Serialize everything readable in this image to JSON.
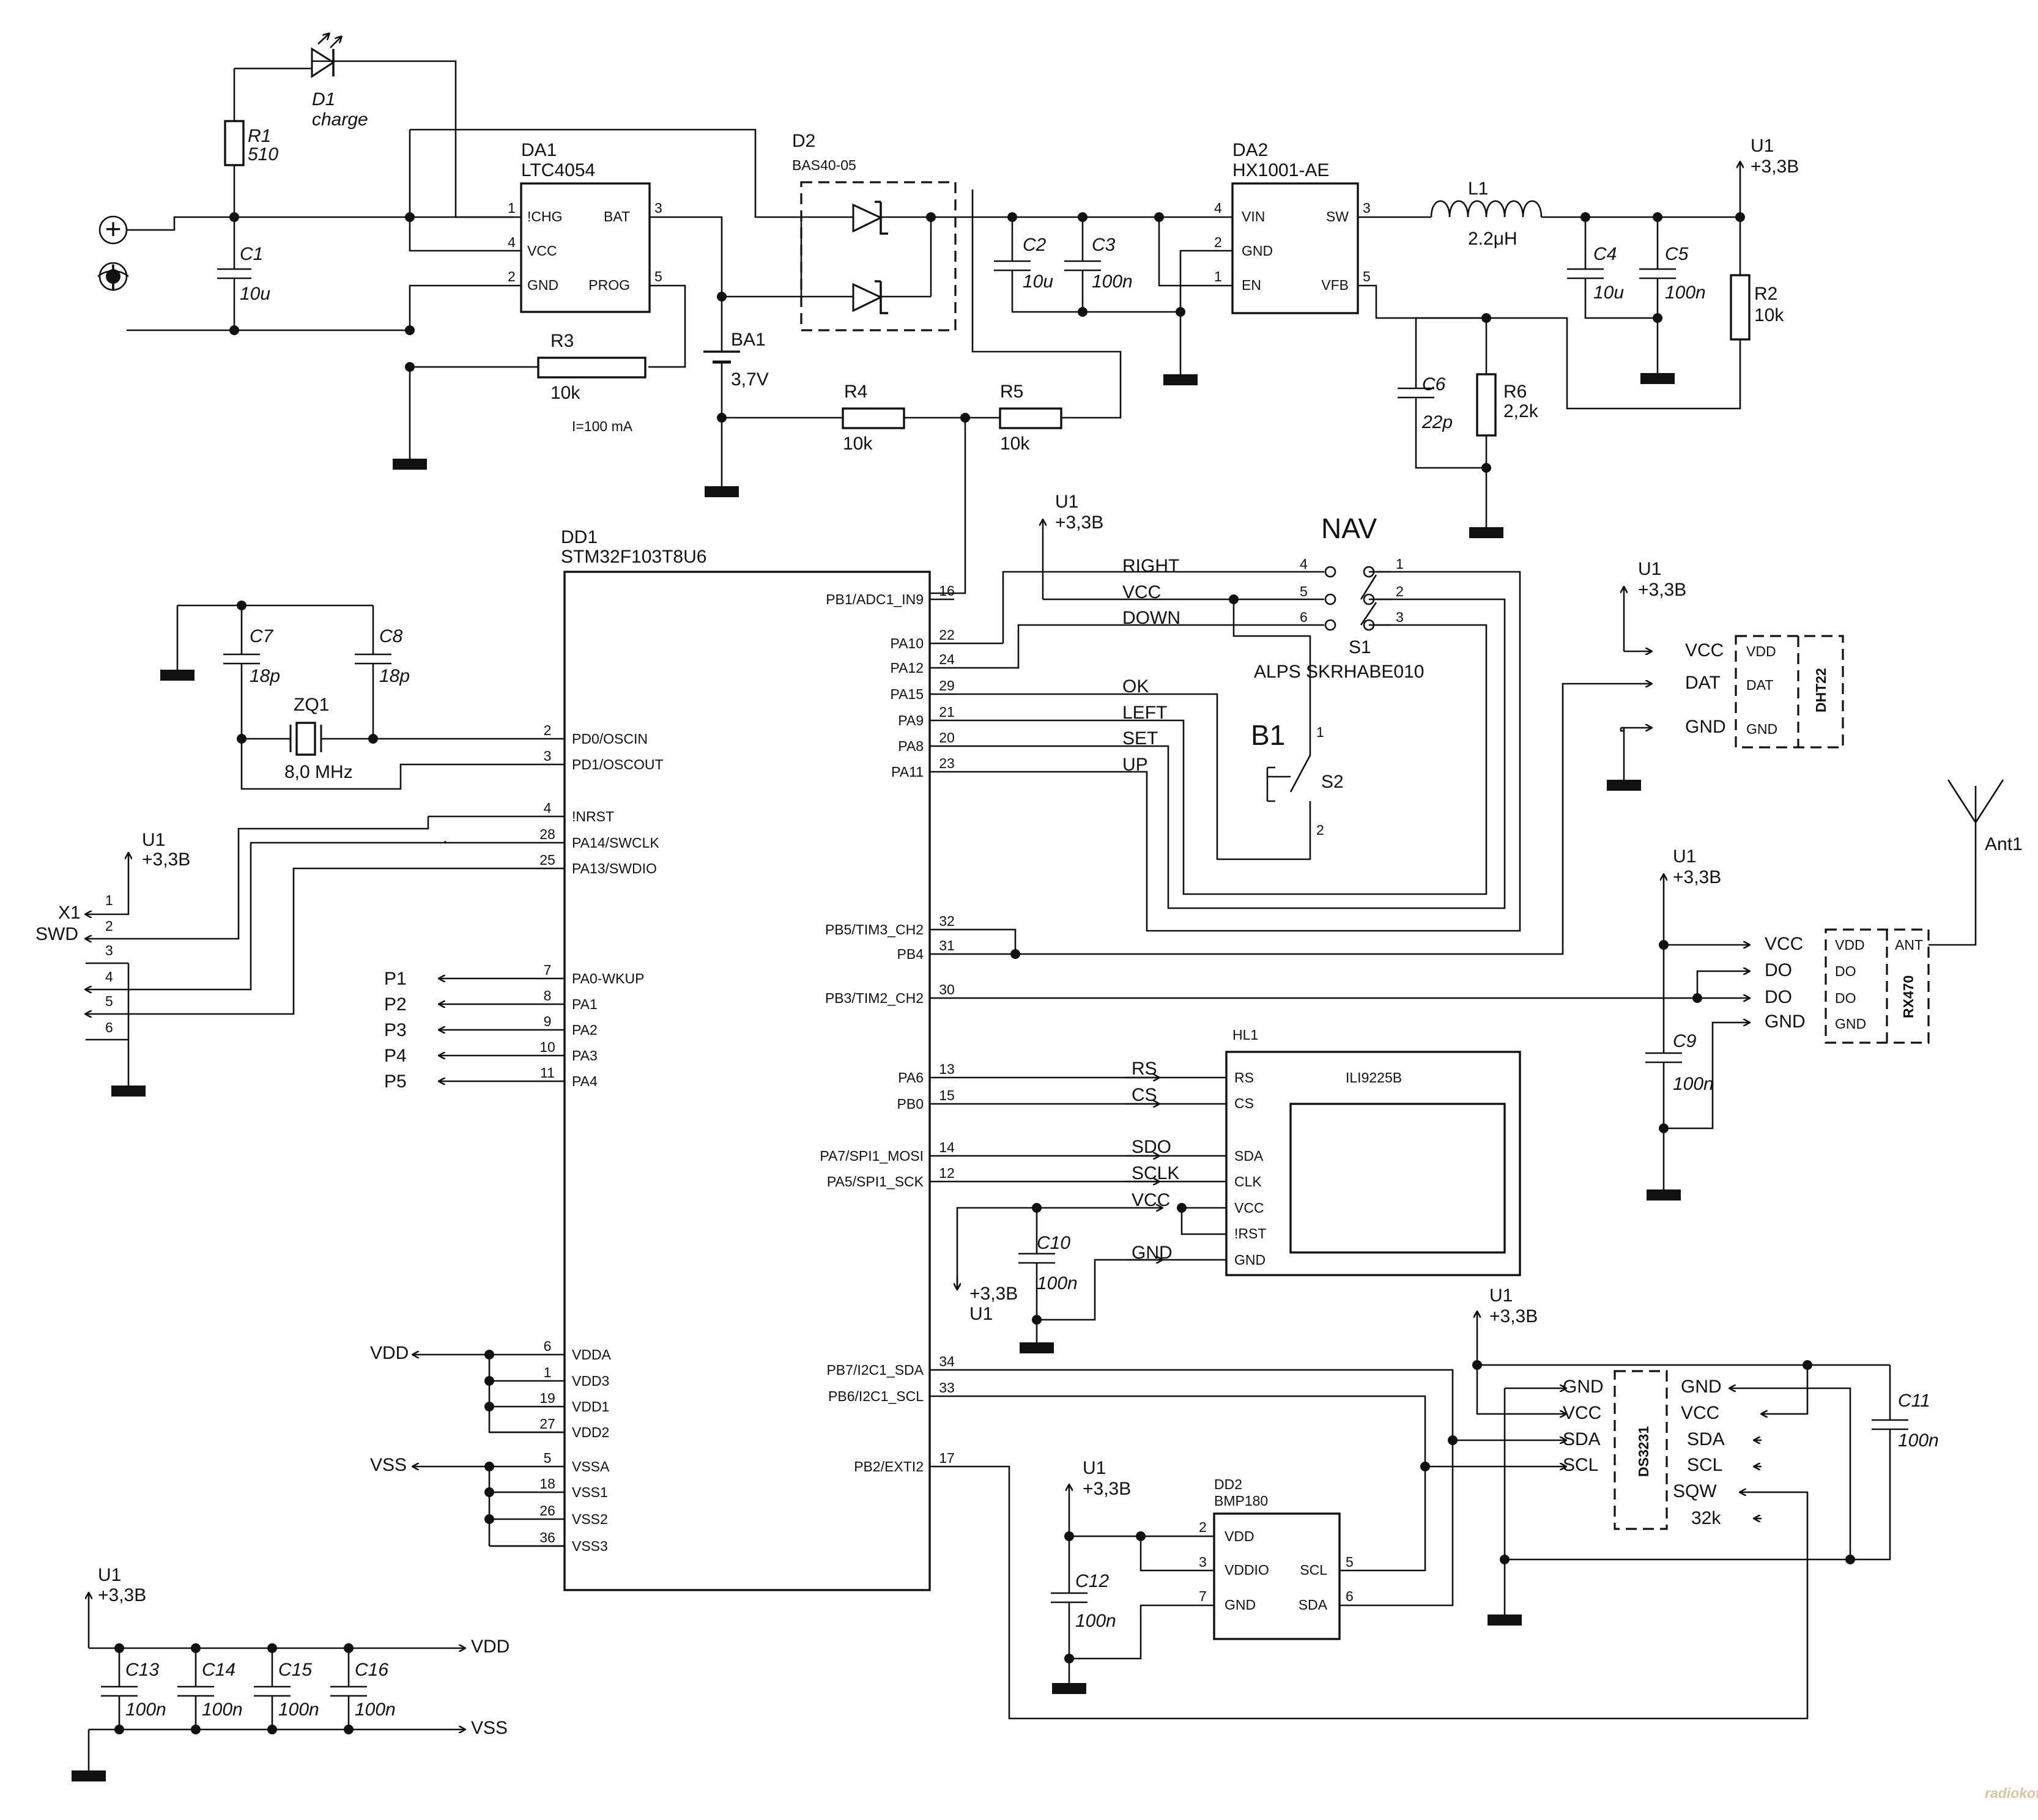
{
  "power_in": {
    "plus": "+",
    "minus": "−"
  },
  "parts": {
    "D1": {
      "ref": "D1",
      "value": "charge"
    },
    "R1": {
      "ref": "R1",
      "value": "510"
    },
    "C1": {
      "ref": "C1",
      "value": "10u"
    },
    "DA1": {
      "ref": "DA1",
      "type": "LTC4054",
      "pins": [
        "!CHG",
        "VCC",
        "GND",
        "BAT",
        "PROG"
      ],
      "pin_nums": [
        "1",
        "4",
        "2",
        "3",
        "5"
      ]
    },
    "R3": {
      "ref": "R3",
      "value": "10k"
    },
    "current_note": "I=100 mA",
    "BA1": {
      "ref": "BA1",
      "value": "3,7V"
    },
    "D2": {
      "ref": "D2",
      "type": "BAS40-05"
    },
    "R4": {
      "ref": "R4",
      "value": "10k"
    },
    "R5": {
      "ref": "R5",
      "value": "10k"
    },
    "DA2": {
      "ref": "DA2",
      "type": "HX1001-AE",
      "pins": [
        "VIN",
        "GND",
        "EN",
        "SW",
        "VFB"
      ],
      "pin_nums": [
        "4",
        "2",
        "1",
        "3",
        "5"
      ]
    },
    "C2": {
      "ref": "C2",
      "value": "10u"
    },
    "C3": {
      "ref": "C3",
      "value": "100n"
    },
    "L1": {
      "ref": "L1",
      "value": "2.2μH"
    },
    "C4": {
      "ref": "C4",
      "value": "10u"
    },
    "C5": {
      "ref": "C5",
      "value": "100n"
    },
    "R2": {
      "ref": "R2",
      "value": "10k"
    },
    "C6": {
      "ref": "C6",
      "value": "22p"
    },
    "R6": {
      "ref": "R6",
      "value": "2,2k"
    },
    "C7": {
      "ref": "C7",
      "value": "18p"
    },
    "C8": {
      "ref": "C8",
      "value": "18p"
    },
    "ZQ1": {
      "ref": "ZQ1",
      "value": "8,0 MHz"
    },
    "C9": {
      "ref": "C9",
      "value": "100n"
    },
    "C10": {
      "ref": "C10",
      "value": "100n"
    },
    "C11": {
      "ref": "C11",
      "value": "100n"
    },
    "C12": {
      "ref": "C12",
      "value": "100n"
    },
    "C13": {
      "ref": "C13",
      "value": "100n"
    },
    "C14": {
      "ref": "C14",
      "value": "100n"
    },
    "C15": {
      "ref": "C15",
      "value": "100n"
    },
    "C16": {
      "ref": "C16",
      "value": "100n"
    }
  },
  "rail": {
    "name": "U1",
    "value": "+3,3В"
  },
  "mcu": {
    "ref": "DD1",
    "type": "STM32F103T8U6",
    "left_pins": [
      {
        "num": "2",
        "name": "PD0/OSCIN"
      },
      {
        "num": "3",
        "name": "PD1/OSCOUT"
      },
      {
        "num": "4",
        "name": "!NRST"
      },
      {
        "num": "28",
        "name": "PA14/SWCLK"
      },
      {
        "num": "25",
        "name": "PA13/SWDIO"
      },
      {
        "num": "7",
        "name": "PA0-WKUP"
      },
      {
        "num": "8",
        "name": "PA1"
      },
      {
        "num": "9",
        "name": "PA2"
      },
      {
        "num": "10",
        "name": "PA3"
      },
      {
        "num": "11",
        "name": "PA4"
      },
      {
        "num": "6",
        "name": "VDDA"
      },
      {
        "num": "1",
        "name": "VDD3"
      },
      {
        "num": "19",
        "name": "VDD1"
      },
      {
        "num": "27",
        "name": "VDD2"
      },
      {
        "num": "5",
        "name": "VSSA"
      },
      {
        "num": "18",
        "name": "VSS1"
      },
      {
        "num": "26",
        "name": "VSS2"
      },
      {
        "num": "36",
        "name": "VSS3"
      }
    ],
    "right_pins": [
      {
        "num": "16",
        "name": "PB1/ADC1_IN9"
      },
      {
        "num": "22",
        "name": "PA10"
      },
      {
        "num": "24",
        "name": "PA12"
      },
      {
        "num": "29",
        "name": "PA15"
      },
      {
        "num": "21",
        "name": "PA9"
      },
      {
        "num": "20",
        "name": "PA8"
      },
      {
        "num": "23",
        "name": "PA11"
      },
      {
        "num": "32",
        "name": "PB5/TIM3_CH2"
      },
      {
        "num": "31",
        "name": "PB4"
      },
      {
        "num": "30",
        "name": "PB3/TIM2_CH2"
      },
      {
        "num": "13",
        "name": "PA6"
      },
      {
        "num": "15",
        "name": "PB0"
      },
      {
        "num": "14",
        "name": "PA7/SPI1_MOSI"
      },
      {
        "num": "12",
        "name": "PA5/SPI1_SCK"
      },
      {
        "num": "34",
        "name": "PB7/I2C1_SDA"
      },
      {
        "num": "33",
        "name": "PB6/I2C1_SCL"
      },
      {
        "num": "17",
        "name": "PB2/EXTI2"
      }
    ]
  },
  "swd": {
    "ref": "X1",
    "label": "SWD",
    "pins": [
      "1",
      "2",
      "3",
      "4",
      "5",
      "6"
    ]
  },
  "ports": [
    "P1",
    "P2",
    "P3",
    "P4",
    "P5"
  ],
  "power_nets": {
    "vdd": "VDD",
    "vss": "VSS"
  },
  "nav": {
    "title": "NAV",
    "ref": "S1",
    "type": "ALPS SKRHABE010",
    "signals": [
      "RIGHT",
      "VCC",
      "DOWN",
      "OK",
      "LEFT",
      "SET",
      "UP"
    ],
    "pin_left": [
      "4",
      "5",
      "6"
    ],
    "pin_right": [
      "1",
      "2",
      "3"
    ]
  },
  "button": {
    "label": "B1",
    "ref": "S2",
    "pins": [
      "1",
      "2"
    ]
  },
  "dht": {
    "type": "DHT22",
    "pins": [
      "VDD",
      "DAT",
      "GND"
    ],
    "nets": [
      "VCC",
      "DAT",
      "GND"
    ]
  },
  "rx": {
    "type": "RX470",
    "pins": [
      "VDD",
      "DO",
      "DO",
      "GND"
    ],
    "ant_pin": "ANT",
    "nets": [
      "VCC",
      "DO",
      "DO",
      "GND"
    ],
    "antenna": "Ant1"
  },
  "lcd": {
    "ref": "HL1",
    "type": "ILI9225B",
    "pins": [
      "RS",
      "CS",
      "SDA",
      "CLK",
      "VCC",
      "!RST",
      "GND"
    ],
    "nets": [
      "RS",
      "CS",
      "SDO",
      "SCLK",
      "VCC",
      "GND"
    ]
  },
  "rtc": {
    "type": "DS3231",
    "left": [
      "GND",
      "VCC",
      "SDA",
      "SCL"
    ],
    "right": [
      "GND",
      "VCC",
      "SDA",
      "SCL",
      "SQW",
      "32k"
    ]
  },
  "bmp": {
    "ref": "DD2",
    "type": "BMP180",
    "left": [
      "VDD",
      "VDDIO",
      "GND"
    ],
    "left_nums": [
      "2",
      "3",
      "7"
    ],
    "right": [
      "SCL",
      "SDA"
    ],
    "right_nums": [
      "5",
      "6"
    ]
  },
  "watermark": "radiokot.ru"
}
